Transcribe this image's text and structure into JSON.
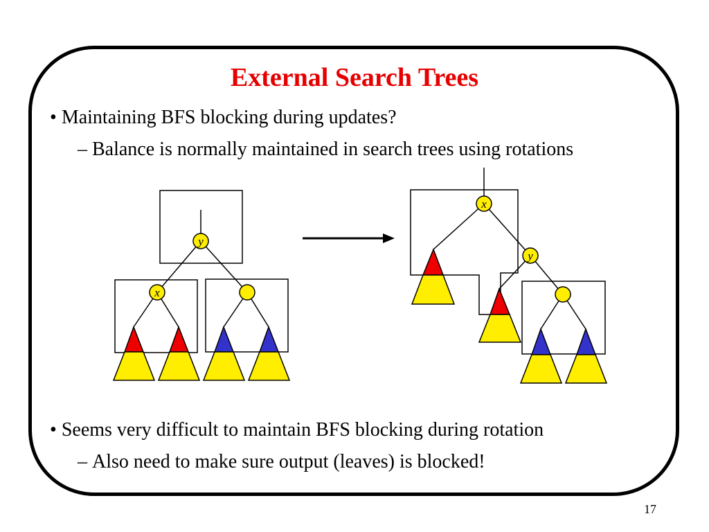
{
  "slide": {
    "title": "External Search Trees",
    "bullets": [
      {
        "marker": "•",
        "text": "Maintaining BFS blocking during updates?"
      },
      {
        "marker": "–",
        "text": "Balance is normally maintained in search trees using rotations"
      },
      {
        "marker": "•",
        "text": "Seems very difficult to maintain BFS blocking during rotation"
      },
      {
        "marker": "–",
        "text": "Also need to make sure output (leaves) is blocked!"
      }
    ],
    "page_number": "17"
  },
  "diagram": {
    "before_root_label": "y",
    "before_child_label": "x",
    "after_root_label": "x",
    "after_child_label": "y",
    "colors": {
      "red": "#ee0000",
      "yellow": "#ffee00",
      "blue": "#3333cc",
      "node_fill": "#ffee00",
      "stroke": "#000000"
    }
  }
}
